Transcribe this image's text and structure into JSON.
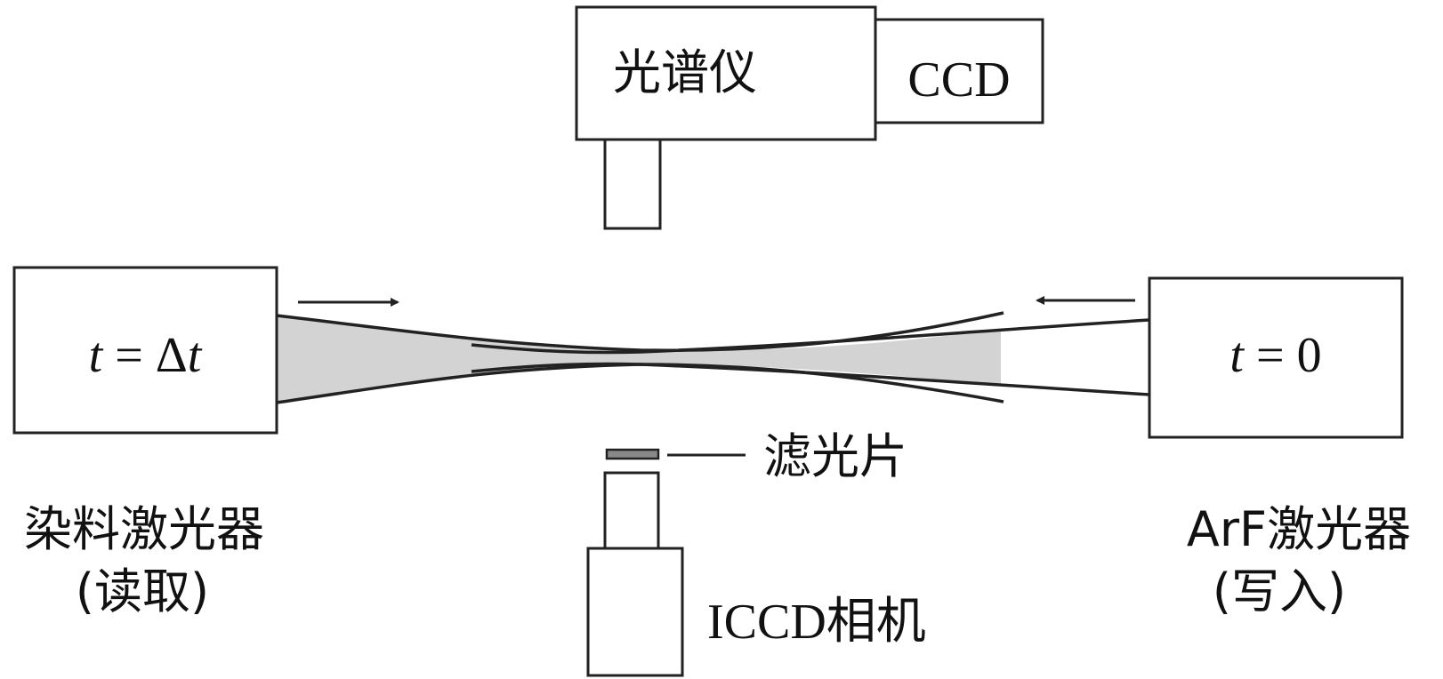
{
  "spectrometer": {
    "label": "光谱仪"
  },
  "ccd": {
    "label": "CCD"
  },
  "dye_laser": {
    "time_var": "t",
    "time_eq": " = Δ",
    "time_var2": "t",
    "name": "染料激光器",
    "role": "(读取)"
  },
  "arf_laser": {
    "time_var": "t",
    "time_eq": " = 0",
    "name": "ArF激光器",
    "role": "(写入)"
  },
  "filter": {
    "label": "滤光片"
  },
  "iccd_camera": {
    "label": "ICCD相机"
  },
  "colors": {
    "beam_fill": "#d3d3d3",
    "stroke": "#222222",
    "background": "#ffffff"
  }
}
